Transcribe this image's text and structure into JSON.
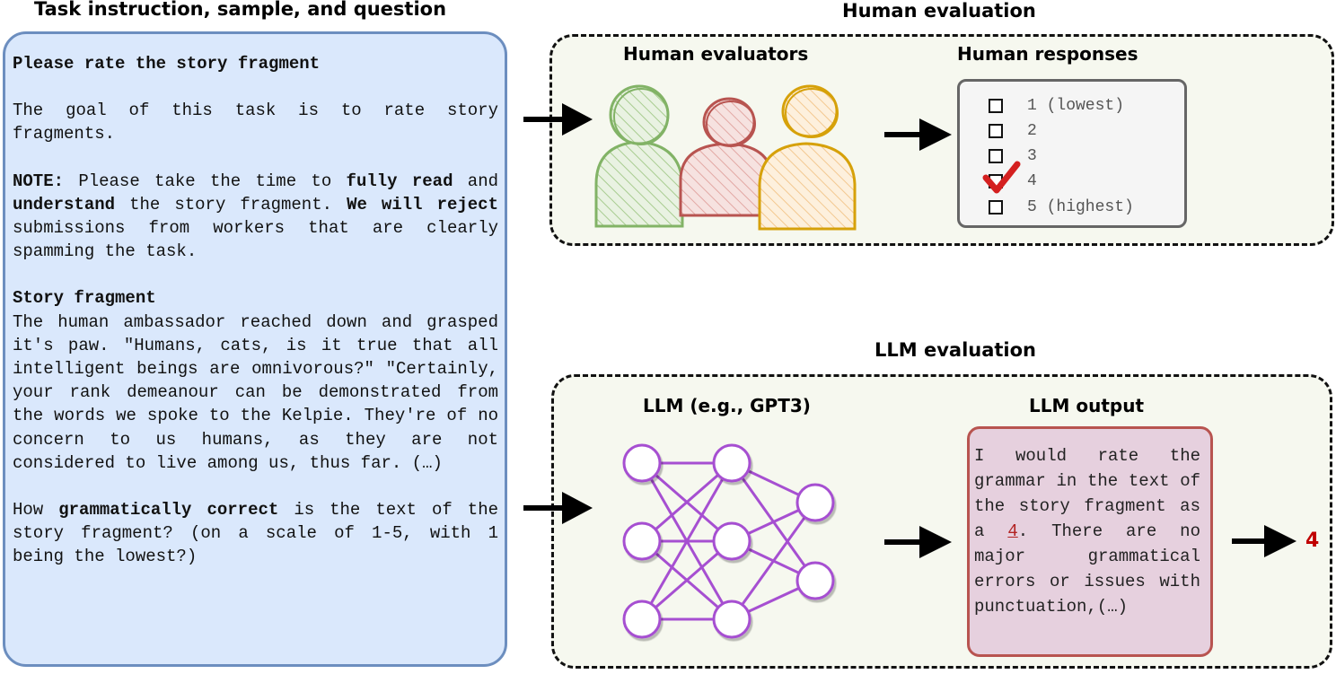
{
  "left": {
    "heading": "Task instruction, sample, and question",
    "title": "Please rate the story fragment",
    "goal": "The goal of this task is to rate story fragments.",
    "note_label": "NOTE:",
    "note_1": " Please take the time to ",
    "note_bold_1": "fully read",
    "note_2": " and ",
    "note_bold_2": "understand",
    "note_3": " the story fragment. ",
    "note_bold_3": "We will reject",
    "note_4": " submissions from workers that are clearly spamming the task.",
    "story_label": "Story fragment",
    "story_text": "The human ambassador reached down and grasped it's paw. \"Humans, cats, is it true that all intelligent beings are omnivorous?\" \"Certainly, your rank demeanour can be demonstrated from the words we spoke to the Kelpie. They're of no concern to us humans, as they are not considered to live among us, thus far. (…)",
    "question_1": "How ",
    "question_bold": "grammatically correct",
    "question_2": " is the text of the story fragment? (on a scale of 1-5, with 1 being the lowest?)"
  },
  "human": {
    "heading": "Human evaluation",
    "evaluators_label": "Human evaluators",
    "responses_label": "Human responses",
    "options": [
      {
        "label": "1 (lowest)",
        "checked": false
      },
      {
        "label": "2",
        "checked": false
      },
      {
        "label": "3",
        "checked": false
      },
      {
        "label": "4",
        "checked": true
      },
      {
        "label": "5 (highest)",
        "checked": false
      }
    ],
    "evaluator_colors": [
      "#82b366",
      "#b85450",
      "#d6a10a"
    ]
  },
  "llm": {
    "heading": "LLM evaluation",
    "model_label": "LLM (e.g., GPT3)",
    "output_label": "LLM output",
    "output_1": "I would rate the grammar in the text of the story fragment as a ",
    "output_score": "4",
    "output_2": ". There are no major grammatical errors or issues with punctuation,(…)",
    "final_score": "4",
    "network_color": "#a64fd1"
  }
}
